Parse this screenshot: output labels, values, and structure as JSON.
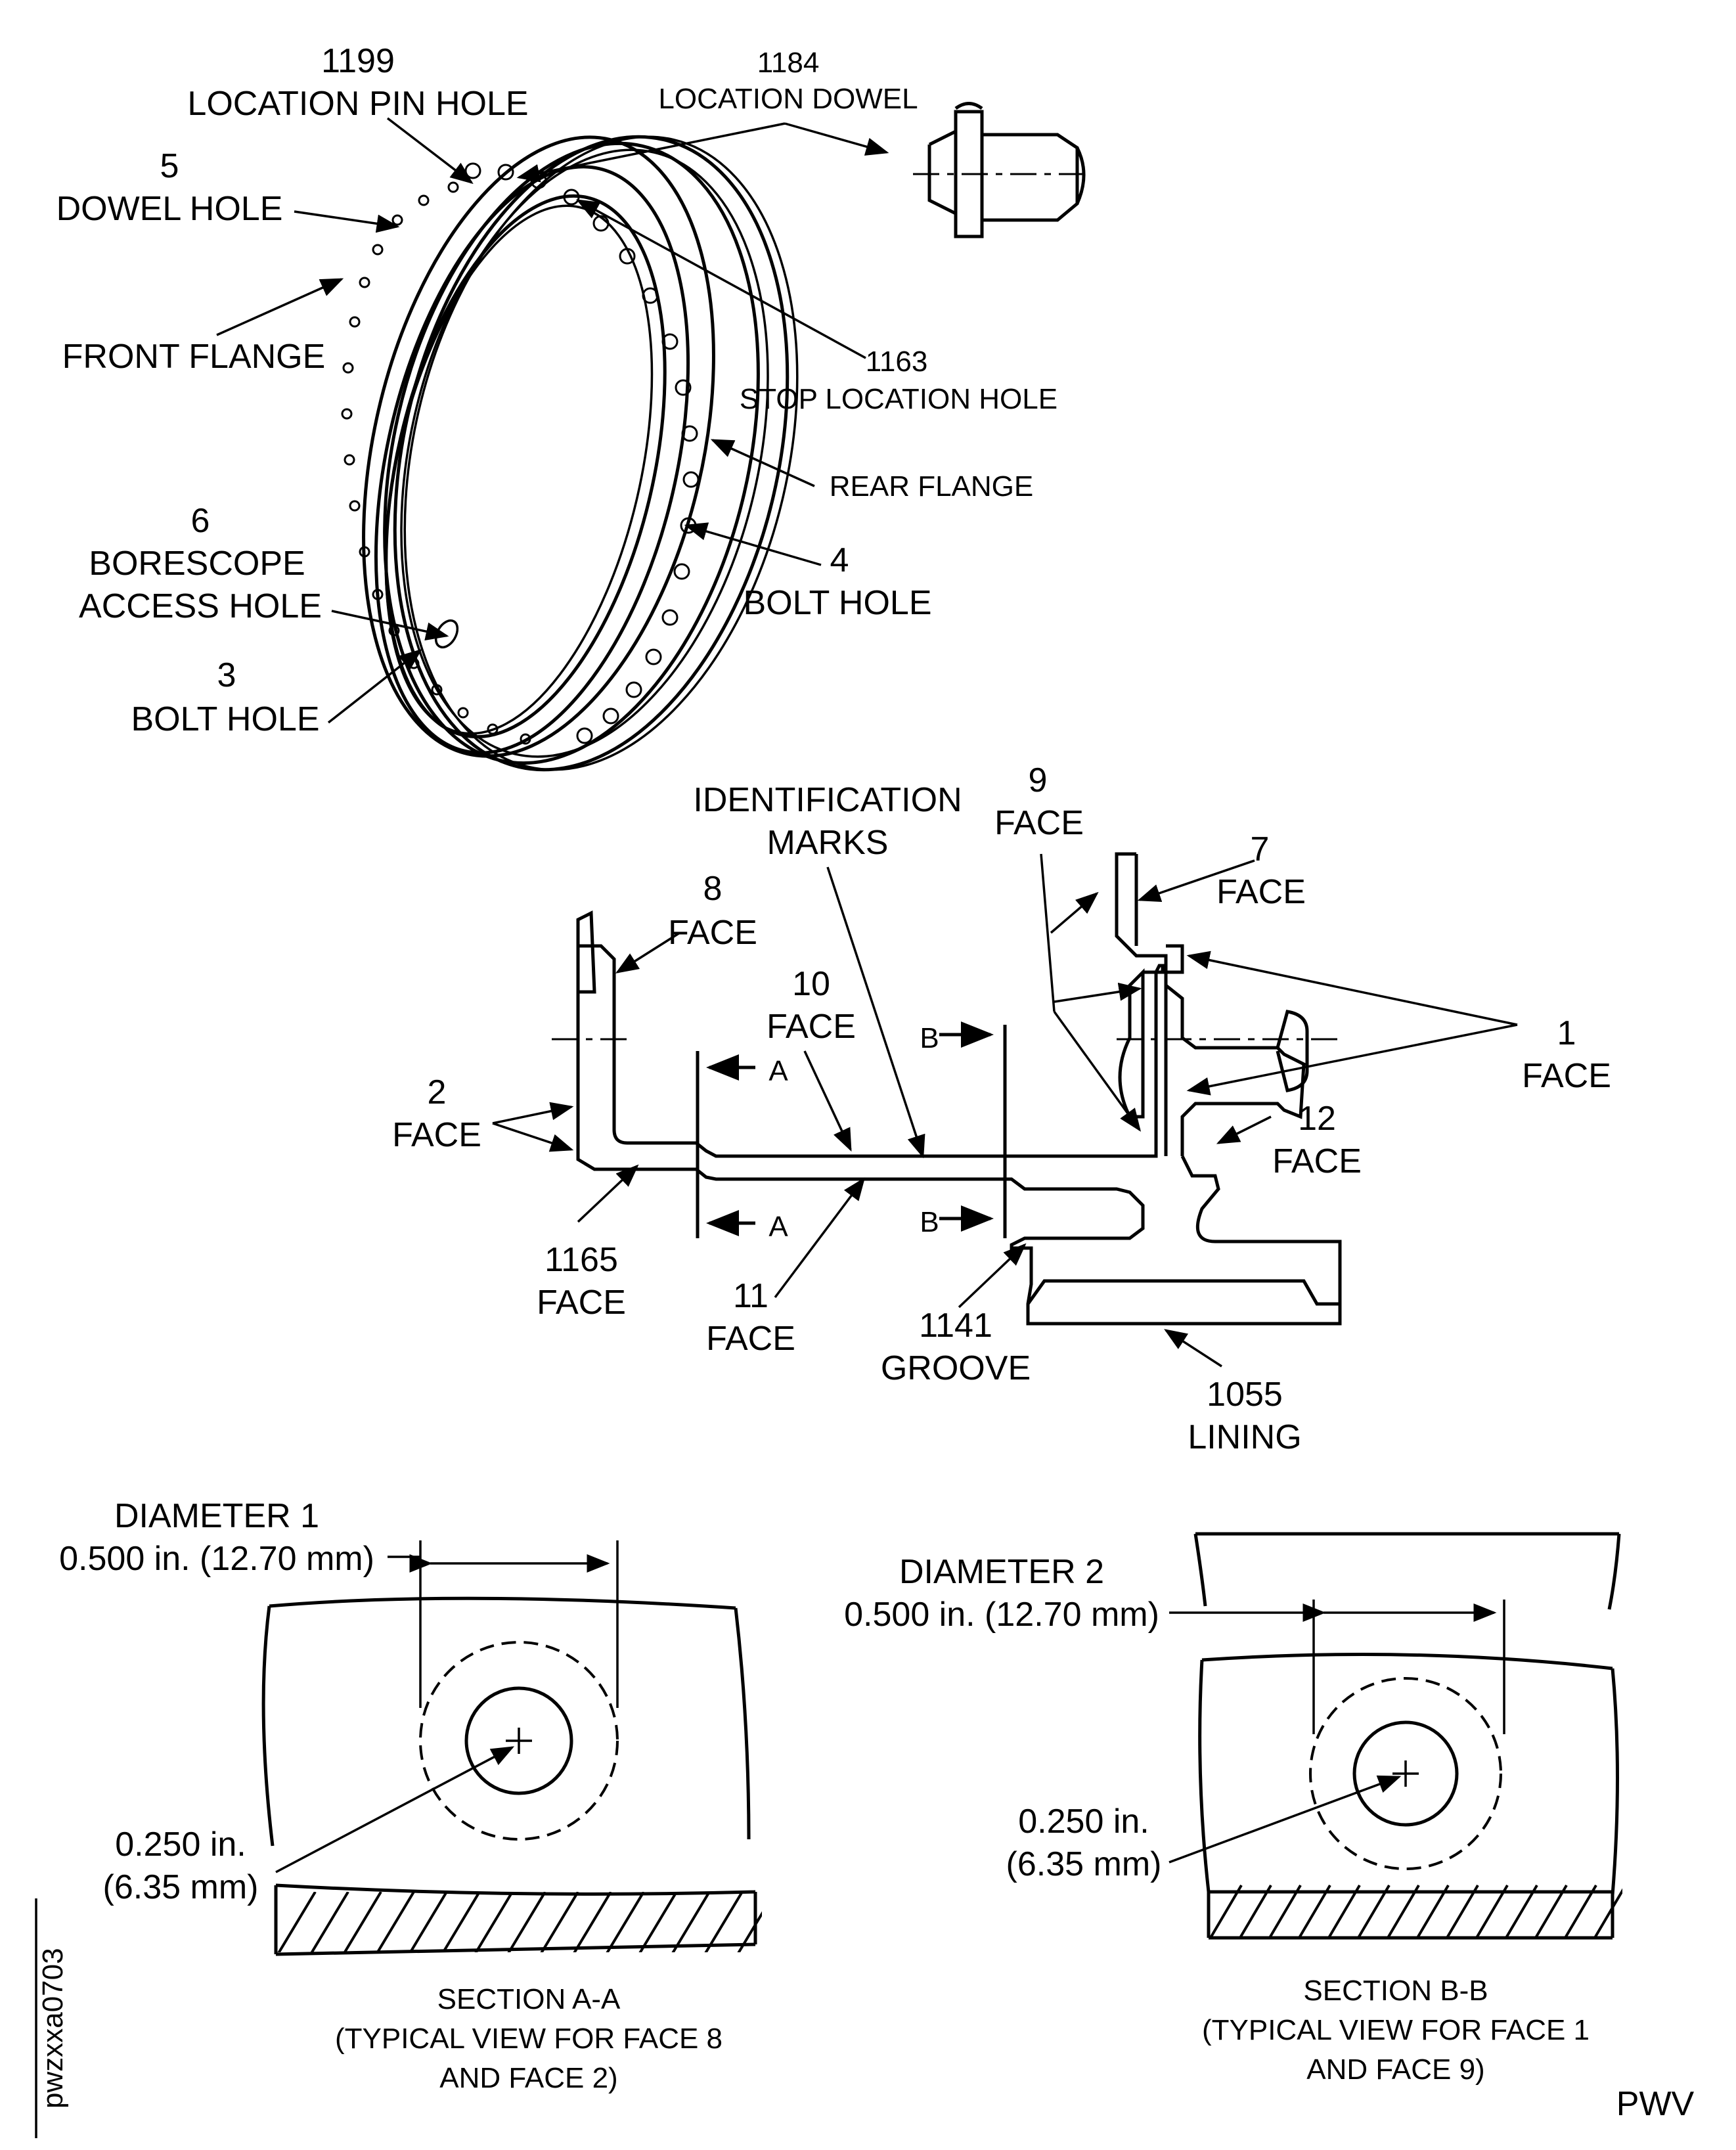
{
  "callouts": {
    "c1199": {
      "num": "1199",
      "text": "LOCATION PIN HOLE"
    },
    "c1184": {
      "num": "1184",
      "text": "LOCATION DOWEL"
    },
    "c5": {
      "num": "5",
      "text": "DOWEL HOLE"
    },
    "front_flange": {
      "text": "FRONT FLANGE"
    },
    "c1163": {
      "num": "1163",
      "text": "STOP LOCATION HOLE"
    },
    "rear_flange": {
      "text": "REAR FLANGE"
    },
    "c6": {
      "num": "6",
      "line1": "BORESCOPE",
      "line2": "ACCESS HOLE"
    },
    "c4": {
      "num": "4",
      "text": "BOLT HOLE"
    },
    "c3": {
      "num": "3",
      "text": "BOLT HOLE"
    },
    "ident": {
      "line1": "IDENTIFICATION",
      "line2": "MARKS"
    },
    "c9": {
      "num": "9",
      "text": "FACE"
    },
    "c7": {
      "num": "7",
      "text": "FACE"
    },
    "c8": {
      "num": "8",
      "text": "FACE"
    },
    "c10": {
      "num": "10",
      "text": "FACE"
    },
    "c1": {
      "num": "1",
      "text": "FACE"
    },
    "c2": {
      "num": "2",
      "text": "FACE"
    },
    "c12": {
      "num": "12",
      "text": "FACE"
    },
    "c1165": {
      "num": "1165",
      "text": "FACE"
    },
    "c11": {
      "num": "11",
      "text": "FACE"
    },
    "c1141": {
      "num": "1141",
      "text": "GROOVE"
    },
    "c1055": {
      "num": "1055",
      "text": "LINING"
    }
  },
  "section_marks": {
    "a": "A",
    "b": "B"
  },
  "section_aa": {
    "diameter_label": "DIAMETER 1",
    "diameter_value": "0.500 in. (12.70 mm)",
    "radius_line1": "0.250 in.",
    "radius_line2": "(6.35 mm)",
    "title1": "SECTION A-A",
    "title2": "(TYPICAL VIEW FOR FACE 8",
    "title3": "AND FACE 2)"
  },
  "section_bb": {
    "diameter_label": "DIAMETER 2",
    "diameter_value": "0.500 in. (12.70 mm)",
    "radius_line1": "0.250 in.",
    "radius_line2": "(6.35 mm)",
    "title1": "SECTION B-B",
    "title2": "(TYPICAL VIEW FOR FACE 1",
    "title3": "AND FACE 9)"
  },
  "figure_id": "pwzxxa0703",
  "corner_mark": "PWV"
}
